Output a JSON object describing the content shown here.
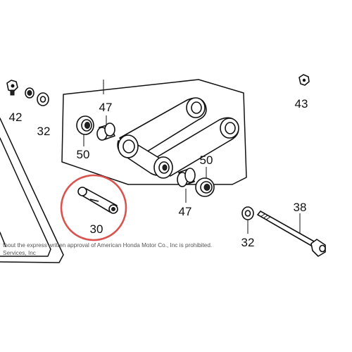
{
  "diagram": {
    "labels": {
      "p42": "42",
      "p32_top": "32",
      "p47_top": "47",
      "p50_left": "50",
      "p43": "43",
      "p50_right": "50",
      "p47_bottom": "47",
      "p30": "30",
      "p38": "38",
      "p32_bottom": "32"
    },
    "watermark": {
      "line1": "thout the express written approval of American Honda Motor Co., Inc is prohibited.",
      "line2": "Services, Inc"
    },
    "colors": {
      "line": "#111111",
      "highlight": "#d9534f",
      "watermark": "#555555",
      "background": "#ffffff"
    }
  }
}
